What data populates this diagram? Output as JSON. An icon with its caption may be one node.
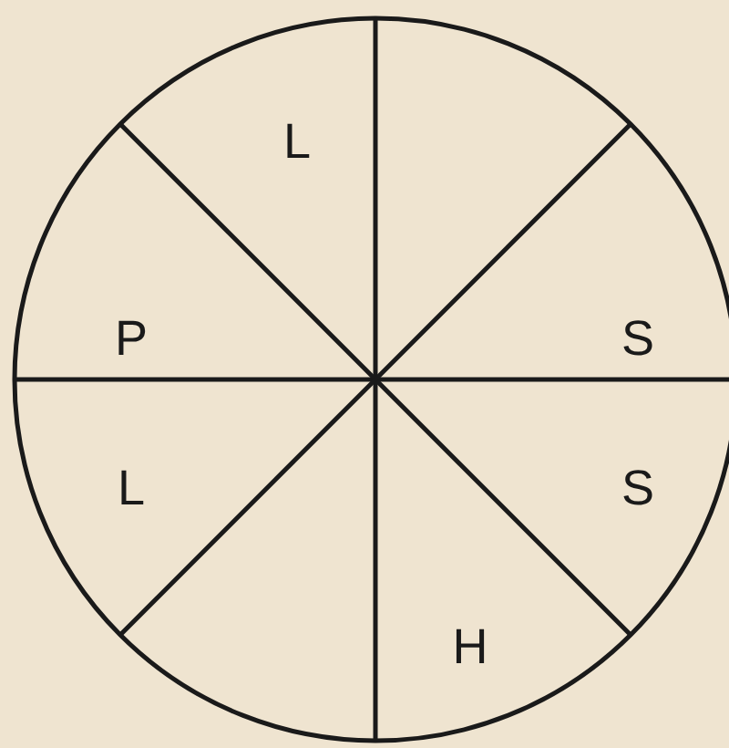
{
  "diagram": {
    "labels": [
      "L",
      "P",
      "S",
      "L",
      "S",
      "H"
    ]
  }
}
